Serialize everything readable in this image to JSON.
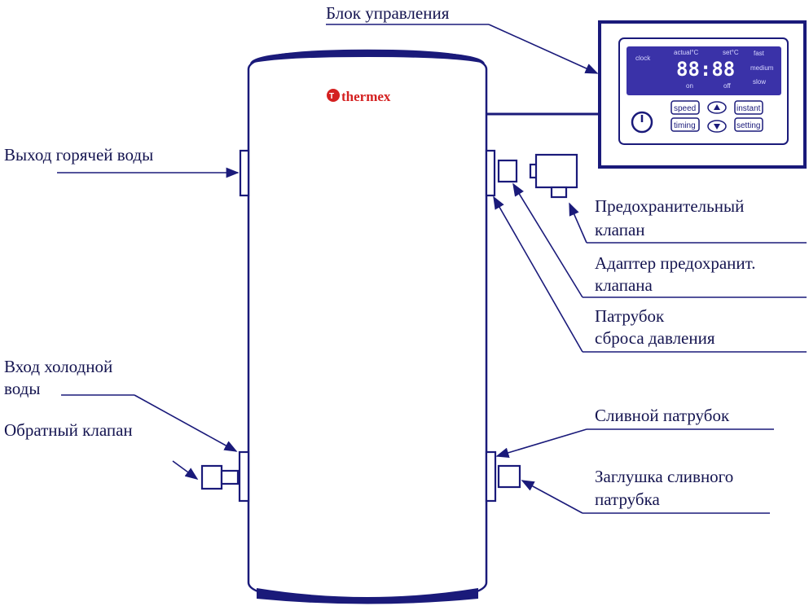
{
  "labels": {
    "control_unit": "Блок управления",
    "hot_water_outlet": "Выход горячей воды",
    "safety_valve_1": "Предохранительный",
    "safety_valve_2": "клапан",
    "safety_adapter_1": "Адаптер предохранит.",
    "safety_adapter_2": "клапана",
    "pressure_relief_1": "Патрубок",
    "pressure_relief_2": "сброса давления",
    "cold_water_inlet_1": "Вход холодной",
    "cold_water_inlet_2": "воды",
    "check_valve": "Обратный клапан",
    "drain_pipe": "Сливной патрубок",
    "drain_plug_1": "Заглушка сливного",
    "drain_plug_2": "патрубка"
  },
  "brand": {
    "logo_text": "thermex",
    "color": "#d42020"
  },
  "control_panel": {
    "clock": "clock",
    "actual": "actual°C",
    "set": "set°C",
    "display": "88:88",
    "on": "on",
    "off": "off",
    "fast": "fast",
    "medium": "medium",
    "slow": "slow",
    "buttons": {
      "speed": "speed",
      "timing": "timing",
      "instant": "instant",
      "setting": "setting"
    }
  },
  "colors": {
    "line": "#1a1a7a",
    "screen": "#3a32a8",
    "accent": "#d42020"
  }
}
